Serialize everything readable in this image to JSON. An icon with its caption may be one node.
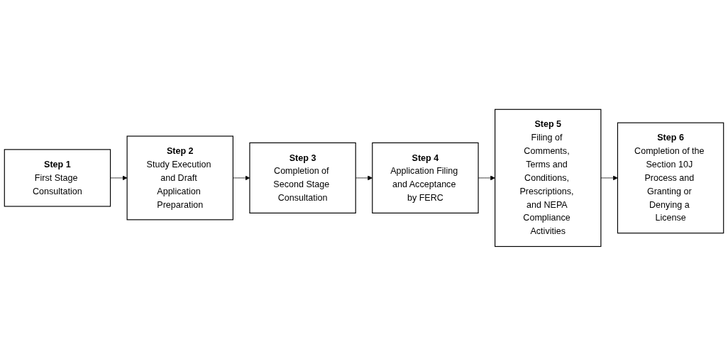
{
  "diagram": {
    "nodes": [
      {
        "text": [
          "Step 1",
          "First Stage Consultation"
        ]
      },
      {
        "text": [
          "Step 2",
          "Study Execution and Draft Application Preparation"
        ]
      },
      {
        "text": [
          "Step 3",
          "Completion of Second Stage Consultation"
        ]
      },
      {
        "text": [
          "Step 4",
          "Application Filing and Acceptance by FERC"
        ]
      },
      {
        "text": [
          "Step 5",
          "Filing of Comments, Terms and Conditions, Prescriptions, and NEPA Compliance Activities"
        ]
      },
      {
        "text": [
          "Step 6",
          "Completion of the Section 10J Process and Granting or Denying a License"
        ]
      }
    ],
    "edges": [
      {
        "from": 0,
        "to": 1,
        "arrow": "to"
      },
      {
        "from": 1,
        "to": 2,
        "arrow": "to"
      },
      {
        "from": 2,
        "to": 3,
        "arrow": "to"
      },
      {
        "from": 3,
        "to": 4,
        "arrow": "to"
      },
      {
        "from": 4,
        "to": 5,
        "arrow": "to"
      }
    ]
  }
}
